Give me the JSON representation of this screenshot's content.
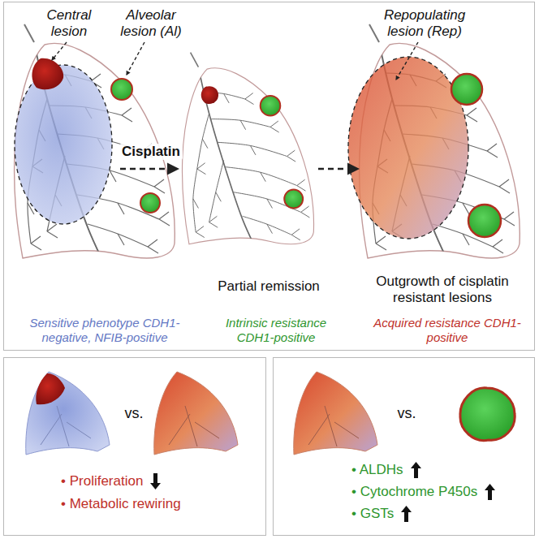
{
  "diagram": {
    "nodes": [
      {
        "text": [
          "Central lesion",
          "Alveolar lesion (Al)",
          "Cisplatin",
          "Repopulating lesion (Rep)",
          "Partial remission",
          "Outgrowth of cisplatin resistant lesions",
          "Sensitive phenotype CDH1-negative, NFIB-positive",
          "Intrinsic resistance CDH1-positive",
          "Acquired resistance CDH1-positive"
        ]
      },
      {
        "text": [
          "vs.",
          "• Proliferation",
          "• Metabolic rewiring"
        ]
      },
      {
        "text": [
          "vs.",
          "• ALDHs",
          "• Cytochrome P450s",
          "• GSTs"
        ]
      }
    ]
  }
}
